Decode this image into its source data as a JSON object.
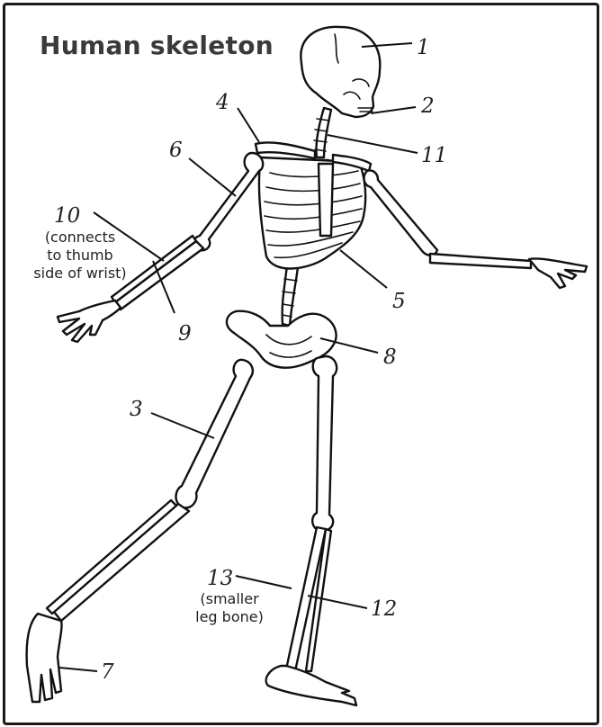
{
  "title": "Human skeleton",
  "labels": [
    {
      "id": "1",
      "text": "1"
    },
    {
      "id": "2",
      "text": "2"
    },
    {
      "id": "3",
      "text": "3"
    },
    {
      "id": "4",
      "text": "4"
    },
    {
      "id": "5",
      "text": "5"
    },
    {
      "id": "6",
      "text": "6"
    },
    {
      "id": "7",
      "text": "7"
    },
    {
      "id": "8",
      "text": "8"
    },
    {
      "id": "9",
      "text": "9"
    },
    {
      "id": "10",
      "text": "10"
    },
    {
      "id": "11",
      "text": "11"
    },
    {
      "id": "12",
      "text": "12"
    },
    {
      "id": "13",
      "text": "13"
    }
  ],
  "notes": {
    "label10_line1": "(connects",
    "label10_line2": "to thumb",
    "label10_line3": "side of wrist)",
    "label13_line1": "(smaller",
    "label13_line2": "leg bone)"
  }
}
